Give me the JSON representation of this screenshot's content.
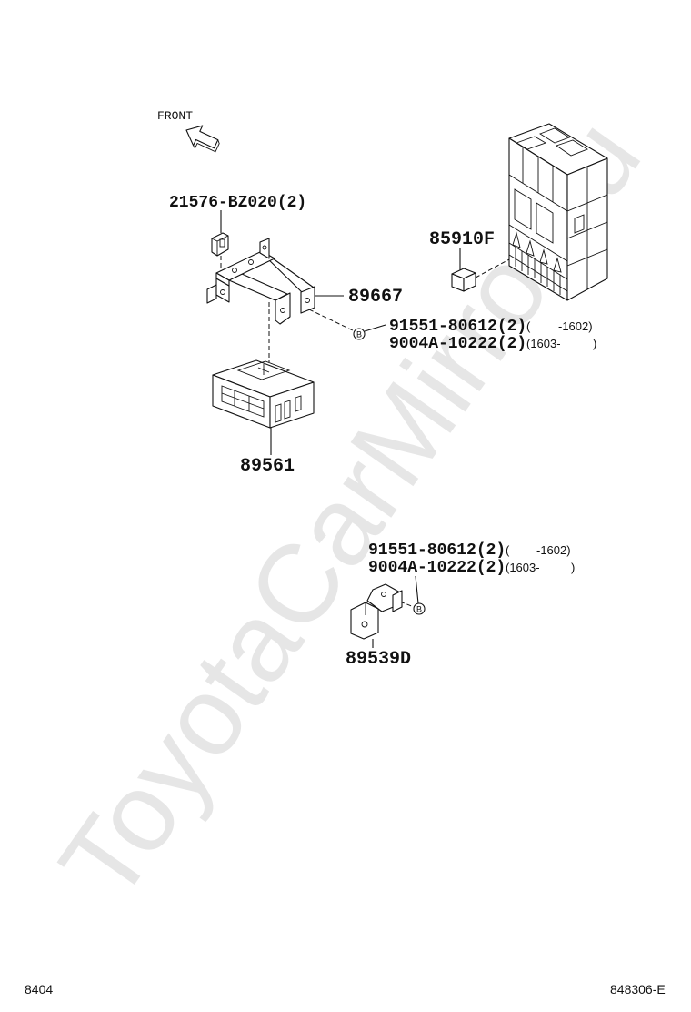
{
  "front_label": "FRONT",
  "watermark": "ToyotaCarMirror.ru",
  "parts": {
    "clip": "21576-BZ020(2)",
    "relay": "85910F",
    "upper_bracket": "89667",
    "module": "89561",
    "lower_bracket": "89539D"
  },
  "fastener_groups": [
    {
      "marker": "B",
      "lines": [
        {
          "part": "91551-80612(2)",
          "range_open": "(",
          "range_close": "-1602)"
        },
        {
          "part": "9004A-10222(2)",
          "range_open": "(1603-",
          "range_close": ")"
        }
      ]
    },
    {
      "marker": "B",
      "lines": [
        {
          "part": "91551-80612(2)",
          "range_open": "(",
          "range_close": "-1602)"
        },
        {
          "part": "9004A-10222(2)",
          "range_open": "(1603-",
          "range_close": ")"
        }
      ]
    }
  ],
  "footer": {
    "page": "8404",
    "diagram_id": "848306-E"
  }
}
